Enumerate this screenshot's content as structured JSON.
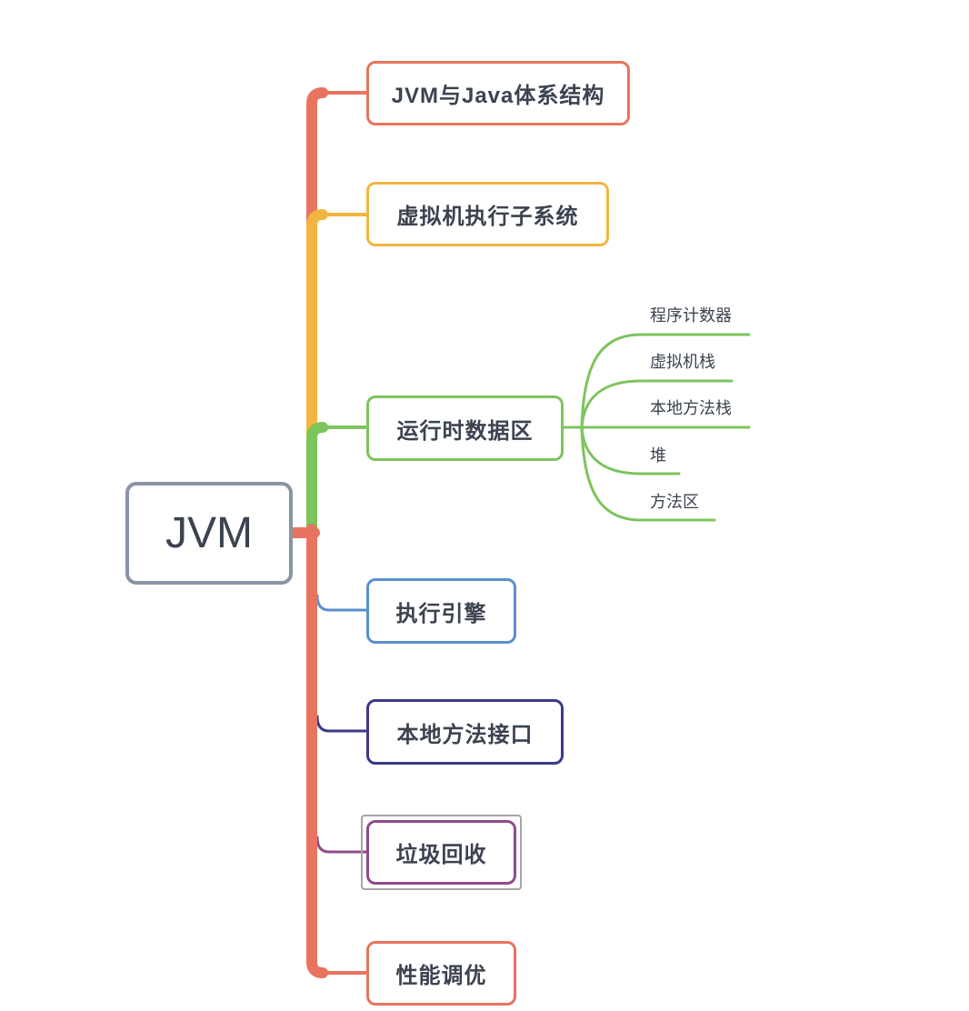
{
  "root": {
    "label": "JVM",
    "border_color": "#8a94a6"
  },
  "branches": [
    {
      "label": "JVM与Java体系结构",
      "color": "#e8735e"
    },
    {
      "label": "虚拟机执行子系统",
      "color": "#f2b640"
    },
    {
      "label": "运行时数据区",
      "color": "#7cc45c",
      "children": [
        {
          "label": "程序计数器"
        },
        {
          "label": "虚拟机栈"
        },
        {
          "label": "本地方法栈"
        },
        {
          "label": "堆"
        },
        {
          "label": "方法区"
        }
      ]
    },
    {
      "label": "执行引擎",
      "color": "#5b8fce"
    },
    {
      "label": "本地方法接口",
      "color": "#3b3a8a"
    },
    {
      "label": "垃圾回收",
      "color": "#8f4b8d",
      "selected": true
    },
    {
      "label": "性能调优",
      "color": "#e8735e"
    }
  ],
  "text_color": "#3c4350",
  "selection_color": "#a6a6a6"
}
